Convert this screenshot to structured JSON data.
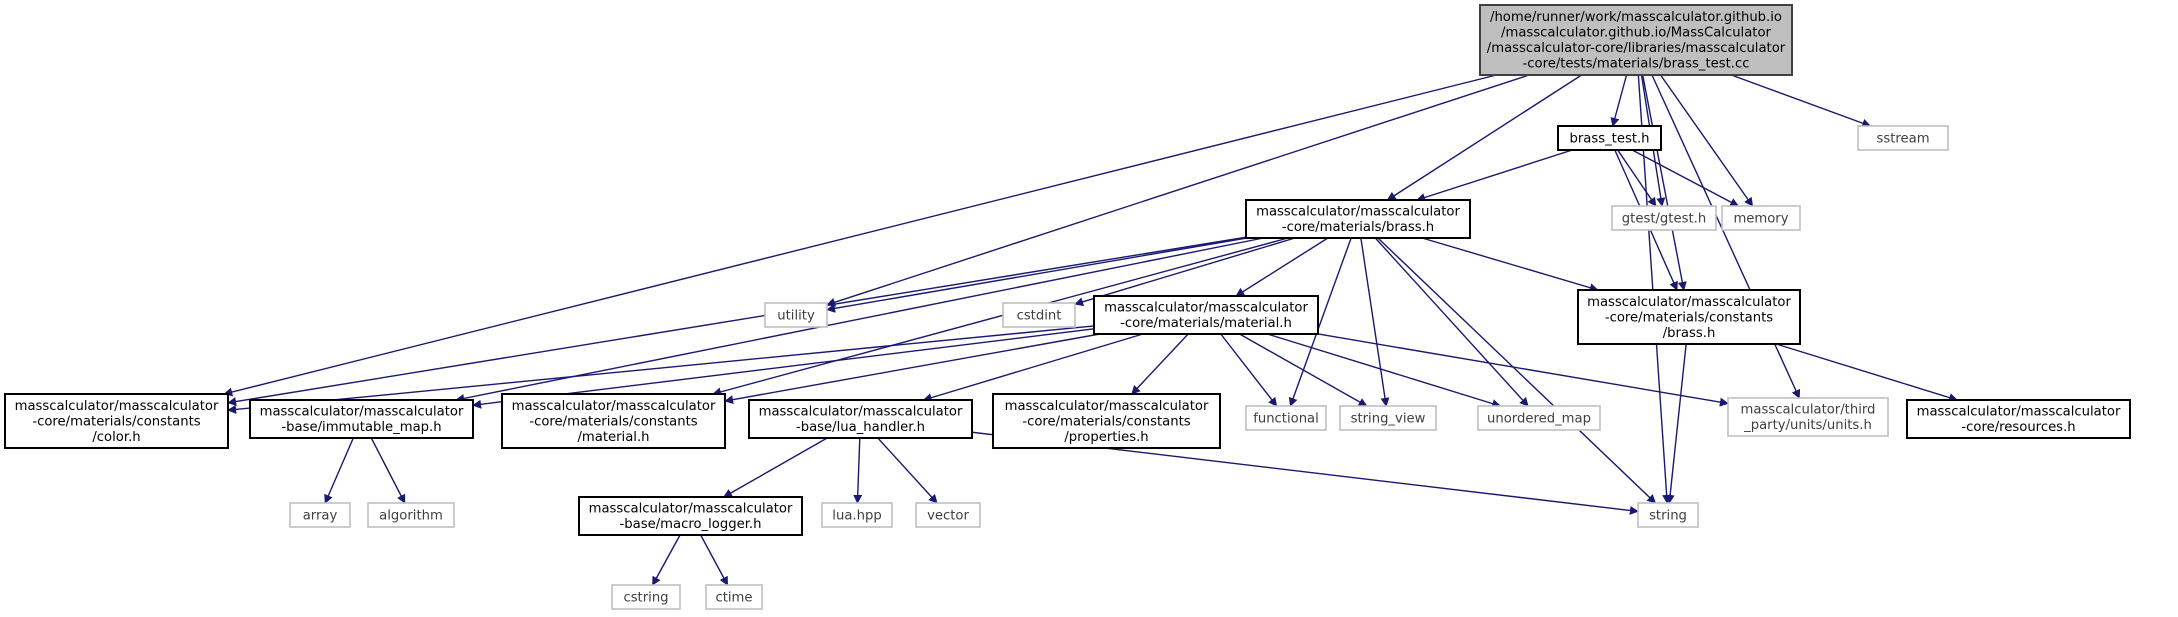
{
  "graph": {
    "colors": {
      "edge": "#191970",
      "root_fill": "#bfbfbf",
      "local_border": "#000000",
      "system_border": "#bfbfbf"
    },
    "nodes": [
      {
        "id": "root",
        "kind": "root",
        "lines": [
          "/home/runner/work/masscalculator.github.io",
          "/masscalculator.github.io/MassCalculator",
          "/masscalculator-core/libraries/masscalculator",
          "-core/tests/materials/brass_test.cc"
        ]
      },
      {
        "id": "brass_test_h",
        "kind": "local",
        "lines": [
          "brass_test.h"
        ]
      },
      {
        "id": "sstream",
        "kind": "system",
        "lines": [
          "sstream"
        ]
      },
      {
        "id": "brass_h",
        "kind": "local",
        "lines": [
          "masscalculator/masscalculator",
          "-core/materials/brass.h"
        ]
      },
      {
        "id": "gtest",
        "kind": "system",
        "lines": [
          "gtest/gtest.h"
        ]
      },
      {
        "id": "memory",
        "kind": "system",
        "lines": [
          "memory"
        ]
      },
      {
        "id": "utility",
        "kind": "system",
        "lines": [
          "utility"
        ]
      },
      {
        "id": "cstdint",
        "kind": "system",
        "lines": [
          "cstdint"
        ]
      },
      {
        "id": "material_h",
        "kind": "local",
        "lines": [
          "masscalculator/masscalculator",
          "-core/materials/material.h"
        ]
      },
      {
        "id": "const_brass_h",
        "kind": "local",
        "lines": [
          "masscalculator/masscalculator",
          "-core/materials/constants",
          "/brass.h"
        ]
      },
      {
        "id": "color_h",
        "kind": "local",
        "lines": [
          "masscalculator/masscalculator",
          "-core/materials/constants",
          "/color.h"
        ]
      },
      {
        "id": "immutable_map",
        "kind": "local",
        "lines": [
          "masscalculator/masscalculator",
          "-base/immutable_map.h"
        ]
      },
      {
        "id": "const_material_h",
        "kind": "local",
        "lines": [
          "masscalculator/masscalculator",
          "-core/materials/constants",
          "/material.h"
        ]
      },
      {
        "id": "lua_handler",
        "kind": "local",
        "lines": [
          "masscalculator/masscalculator",
          "-base/lua_handler.h"
        ]
      },
      {
        "id": "properties_h",
        "kind": "local",
        "lines": [
          "masscalculator/masscalculator",
          "-core/materials/constants",
          "/properties.h"
        ]
      },
      {
        "id": "functional",
        "kind": "system",
        "lines": [
          "functional"
        ]
      },
      {
        "id": "string_view",
        "kind": "system",
        "lines": [
          "string_view"
        ]
      },
      {
        "id": "unordered_map",
        "kind": "system",
        "lines": [
          "unordered_map"
        ]
      },
      {
        "id": "units_h",
        "kind": "system",
        "lines": [
          "masscalculator/third",
          "_party/units/units.h"
        ]
      },
      {
        "id": "resources_h",
        "kind": "local",
        "lines": [
          "masscalculator/masscalculator",
          "-core/resources.h"
        ]
      },
      {
        "id": "array",
        "kind": "system",
        "lines": [
          "array"
        ]
      },
      {
        "id": "algorithm",
        "kind": "system",
        "lines": [
          "algorithm"
        ]
      },
      {
        "id": "macro_logger",
        "kind": "local",
        "lines": [
          "masscalculator/masscalculator",
          "-base/macro_logger.h"
        ]
      },
      {
        "id": "lua_hpp",
        "kind": "system",
        "lines": [
          "lua.hpp"
        ]
      },
      {
        "id": "vector",
        "kind": "system",
        "lines": [
          "vector"
        ]
      },
      {
        "id": "string",
        "kind": "system",
        "lines": [
          "string"
        ]
      },
      {
        "id": "cstring",
        "kind": "system",
        "lines": [
          "cstring"
        ]
      },
      {
        "id": "ctime",
        "kind": "system",
        "lines": [
          "ctime"
        ]
      }
    ],
    "edges": [
      [
        "root",
        "brass_test_h"
      ],
      [
        "root",
        "sstream"
      ],
      [
        "root",
        "memory"
      ],
      [
        "root",
        "gtest"
      ],
      [
        "root",
        "brass_h"
      ],
      [
        "root",
        "const_brass_h"
      ],
      [
        "root",
        "utility"
      ],
      [
        "root",
        "color_h"
      ],
      [
        "root",
        "units_h"
      ],
      [
        "root",
        "string"
      ],
      [
        "brass_test_h",
        "brass_h"
      ],
      [
        "brass_test_h",
        "gtest"
      ],
      [
        "brass_test_h",
        "memory"
      ],
      [
        "brass_test_h",
        "const_brass_h"
      ],
      [
        "brass_h",
        "utility"
      ],
      [
        "brass_h",
        "cstdint"
      ],
      [
        "brass_h",
        "material_h"
      ],
      [
        "brass_h",
        "const_brass_h"
      ],
      [
        "brass_h",
        "color_h"
      ],
      [
        "brass_h",
        "immutable_map"
      ],
      [
        "brass_h",
        "const_material_h"
      ],
      [
        "brass_h",
        "functional"
      ],
      [
        "brass_h",
        "string_view"
      ],
      [
        "brass_h",
        "unordered_map"
      ],
      [
        "brass_h",
        "string"
      ],
      [
        "material_h",
        "color_h"
      ],
      [
        "material_h",
        "immutable_map"
      ],
      [
        "material_h",
        "const_material_h"
      ],
      [
        "material_h",
        "lua_handler"
      ],
      [
        "material_h",
        "properties_h"
      ],
      [
        "material_h",
        "functional"
      ],
      [
        "material_h",
        "string_view"
      ],
      [
        "material_h",
        "unordered_map"
      ],
      [
        "material_h",
        "units_h"
      ],
      [
        "const_brass_h",
        "string"
      ],
      [
        "const_brass_h",
        "resources_h"
      ],
      [
        "immutable_map",
        "array"
      ],
      [
        "immutable_map",
        "algorithm"
      ],
      [
        "lua_handler",
        "macro_logger"
      ],
      [
        "lua_handler",
        "lua_hpp"
      ],
      [
        "lua_handler",
        "vector"
      ],
      [
        "lua_handler",
        "string"
      ],
      [
        "macro_logger",
        "cstring"
      ],
      [
        "macro_logger",
        "ctime"
      ]
    ]
  }
}
